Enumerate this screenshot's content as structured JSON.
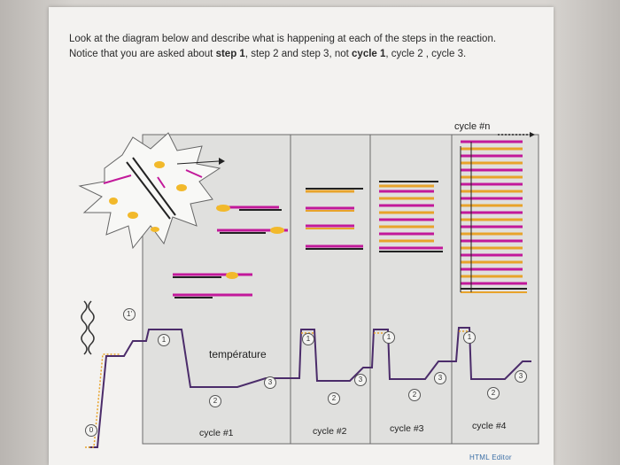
{
  "question": {
    "line1_a": "Look at the diagram below and describe  what is happening at each of the steps in the reaction.",
    "line2_a": "Notice that you are asked about ",
    "line2_step1": "step 1",
    "line2_b": ", step 2 and step 3, not ",
    "line2_cycle1": "cycle 1",
    "line2_c": ", cycle 2 , cycle 3."
  },
  "figure": {
    "cycle_n_label": "cycle #n",
    "temperature_label": "température",
    "cycles": [
      "cycle #1",
      "cycle #2",
      "cycle #3",
      "cycle #4"
    ],
    "steps": {
      "zero": "0",
      "one_prime": "1'",
      "one": "1",
      "two": "2",
      "three": "3"
    }
  },
  "footer": {
    "editor_label": "HTML Editor"
  },
  "colors": {
    "strand_magenta": "#c2199a",
    "strand_orange": "#e8a32b",
    "enzyme_yellow": "#f2b92b",
    "line_dark": "#222222"
  }
}
